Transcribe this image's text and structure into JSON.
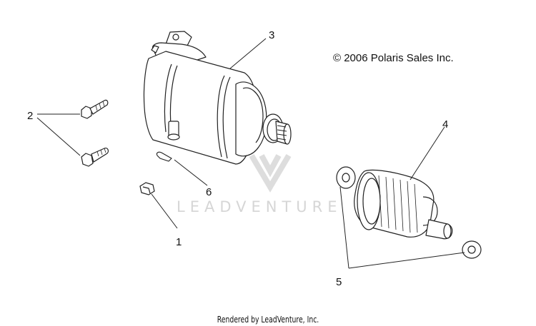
{
  "copyright": "© 2006 Polaris Sales Inc.",
  "footer": "Rendered by LeadVenture, Inc.",
  "watermark": "LEADVENTURE",
  "callouts": {
    "c1": "1",
    "c2": "2",
    "c3": "3",
    "c4": "4",
    "c5": "5",
    "c6": "6"
  }
}
